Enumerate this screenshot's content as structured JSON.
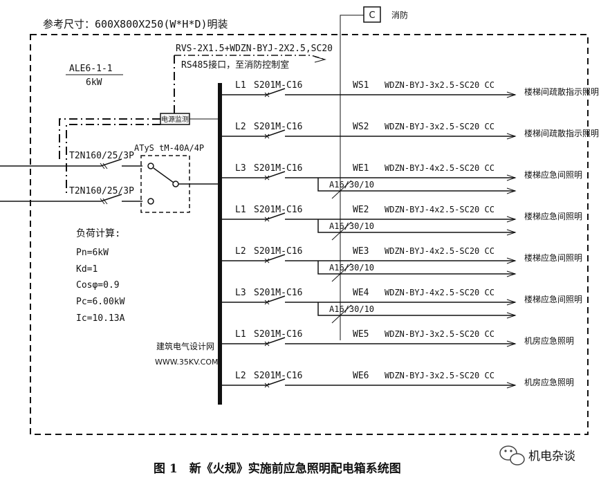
{
  "header": {
    "dimensions": "参考尺寸：600X800X250(W*H*D)明装"
  },
  "fire_control": {
    "box_label": "C",
    "label": "消防"
  },
  "panel": {
    "id": "ALE6-1-1",
    "power": "6kW"
  },
  "control_cable": {
    "spec": "RVS-2X1.5+WDZN-BYJ-2X2.5,SC20",
    "note": "RS485接口，至消防控制室"
  },
  "power_monitor": "电源监测",
  "incomers": [
    {
      "breaker": "T2N160/25/3P"
    },
    {
      "breaker": "T2N160/25/3P"
    }
  ],
  "ats": "ATyS tM-40A/4P",
  "load_calc": {
    "title": "负荷计算:",
    "lines": [
      "Pn=6kW",
      "Kd=1",
      "Cosφ=0.9",
      "Pc=6.00kW",
      "Ic=10.13A"
    ]
  },
  "circuits": [
    {
      "phase": "L1",
      "breaker": "S201M-C16",
      "id": "WS1",
      "cable": "WDZN-BYJ-3x2.5-SC20 CC",
      "rcd": "",
      "dest": "楼梯间疏散指示照明"
    },
    {
      "phase": "L2",
      "breaker": "S201M-C16",
      "id": "WS2",
      "cable": "WDZN-BYJ-3x2.5-SC20 CC",
      "rcd": "",
      "dest": "楼梯间疏散指示照明"
    },
    {
      "phase": "L3",
      "breaker": "S201M-C16",
      "id": "WE1",
      "cable": "WDZN-BYJ-4x2.5-SC20 CC",
      "rcd": "A16/30/10",
      "dest": "楼梯应急间照明"
    },
    {
      "phase": "L1",
      "breaker": "S201M-C16",
      "id": "WE2",
      "cable": "WDZN-BYJ-4x2.5-SC20 CC",
      "rcd": "A16/30/10",
      "dest": "楼梯应急间照明"
    },
    {
      "phase": "L2",
      "breaker": "S201M-C16",
      "id": "WE3",
      "cable": "WDZN-BYJ-4x2.5-SC20 CC",
      "rcd": "A16/30/10",
      "dest": "楼梯应急间照明"
    },
    {
      "phase": "L3",
      "breaker": "S201M-C16",
      "id": "WE4",
      "cable": "WDZN-BYJ-4x2.5-SC20 CC",
      "rcd": "A16/30/10",
      "dest": "楼梯应急间照明"
    },
    {
      "phase": "L1",
      "breaker": "S201M-C16",
      "id": "WE5",
      "cable": "WDZN-BYJ-3x2.5-SC20 CC",
      "rcd": "",
      "dest": "机房应急照明"
    },
    {
      "phase": "L2",
      "breaker": "S201M-C16",
      "id": "WE6",
      "cable": "WDZN-BYJ-3x2.5-SC20 CC",
      "rcd": "",
      "dest": "机房应急照明"
    }
  ],
  "watermark": {
    "line1": "建筑电气设计网",
    "line2": "WWW.35KV.COM"
  },
  "caption": "图 1　新《火规》实施前应急照明配电箱系统图",
  "wechat": {
    "account": "机电杂谈",
    "icon": "wechat-icon"
  }
}
